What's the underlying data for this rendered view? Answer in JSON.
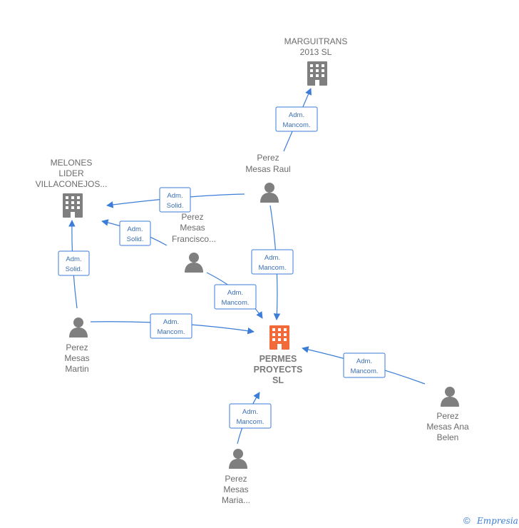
{
  "colors": {
    "edge": "#3b7dd8",
    "node_icon": "#7f7f7f",
    "main_company_icon": "#f26a3a",
    "label": "#6b6b6b"
  },
  "nodes": {
    "marguitrans": {
      "type": "company",
      "label": [
        "MARGUITRANS",
        "2013 SL"
      ]
    },
    "melones": {
      "type": "company",
      "label": [
        "MELONES",
        "LIDER",
        "VILLACONEJOS..."
      ]
    },
    "permes": {
      "type": "company",
      "main": true,
      "label": [
        "PERMES",
        "PROYECTS",
        "SL"
      ]
    },
    "raul": {
      "type": "person",
      "label": [
        "Perez",
        "Mesas Raul"
      ]
    },
    "francisco": {
      "type": "person",
      "label": [
        "Perez",
        "Mesas",
        "Francisco..."
      ]
    },
    "martin": {
      "type": "person",
      "label": [
        "Perez",
        "Mesas",
        "Martin"
      ]
    },
    "maria": {
      "type": "person",
      "label": [
        "Perez",
        "Mesas",
        "Maria..."
      ]
    },
    "anabelen": {
      "type": "person",
      "label": [
        "Perez",
        "Mesas Ana",
        "Belen"
      ]
    }
  },
  "edges": [
    {
      "id": "raul-marguitrans",
      "from": "raul",
      "to": "marguitrans",
      "label": [
        "Adm.",
        "Mancom."
      ]
    },
    {
      "id": "raul-melones",
      "from": "raul",
      "to": "melones",
      "label": [
        "Adm.",
        "Solid."
      ]
    },
    {
      "id": "raul-permes",
      "from": "raul",
      "to": "permes",
      "label": [
        "Adm.",
        "Mancom."
      ]
    },
    {
      "id": "francisco-melones",
      "from": "francisco",
      "to": "melones",
      "label": [
        "Adm.",
        "Solid."
      ]
    },
    {
      "id": "francisco-permes",
      "from": "francisco",
      "to": "permes",
      "label": [
        "Adm.",
        "Mancom."
      ]
    },
    {
      "id": "martin-melones",
      "from": "martin",
      "to": "melones",
      "label": [
        "Adm.",
        "Solid."
      ]
    },
    {
      "id": "martin-permes",
      "from": "martin",
      "to": "permes",
      "label": [
        "Adm.",
        "Mancom."
      ]
    },
    {
      "id": "maria-permes",
      "from": "maria",
      "to": "permes",
      "label": [
        "Adm.",
        "Mancom."
      ]
    },
    {
      "id": "anabelen-permes",
      "from": "anabelen",
      "to": "permes",
      "label": [
        "Adm.",
        "Mancom."
      ]
    }
  ],
  "footer": {
    "copyright_symbol": "©",
    "brand": "Empresia"
  }
}
